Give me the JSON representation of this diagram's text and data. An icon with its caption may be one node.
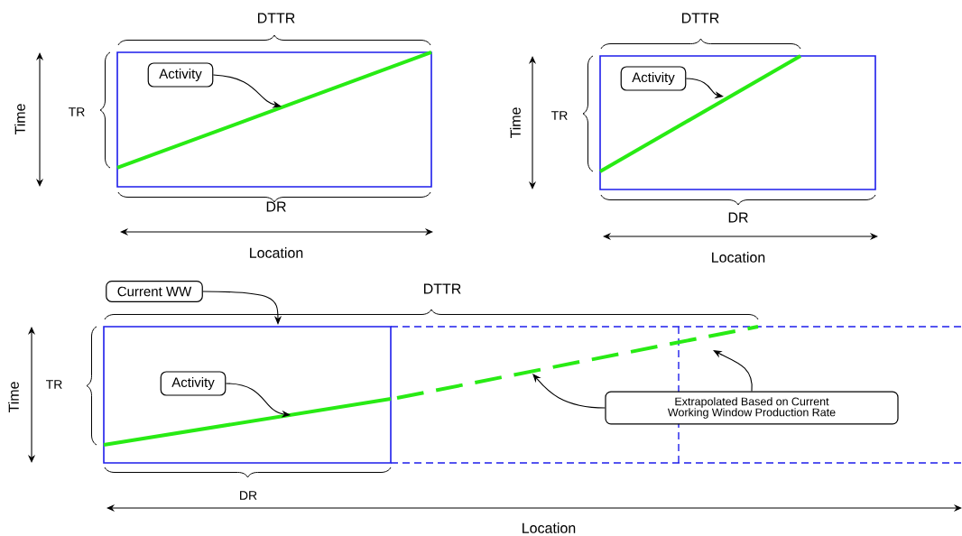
{
  "diagram": {
    "nodes": [
      {
        "text": [
          "Activity"
        ]
      },
      {
        "text": [
          "Activity"
        ]
      },
      {
        "text": [
          "Current WW"
        ]
      },
      {
        "text": [
          "Activity"
        ]
      },
      {
        "text": [
          "Extrapolated Based on Current Working Window Production Rate"
        ]
      }
    ],
    "edges": [
      {
        "from": 0,
        "to": null,
        "arrow": "to"
      },
      {
        "from": 1,
        "to": null,
        "arrow": "to"
      },
      {
        "from": 2,
        "to": null,
        "arrow": "to"
      },
      {
        "from": 3,
        "to": null,
        "arrow": "to"
      },
      {
        "from": 4,
        "to": null,
        "arrow": "to"
      },
      {
        "from": 4,
        "to": null,
        "arrow": "to"
      }
    ],
    "labels": [
      "DTTR",
      "Time",
      "TR",
      "DR",
      "Location",
      "DTTR",
      "Time",
      "TR",
      "DR",
      "Location",
      "DTTR",
      "Time",
      "TR",
      "DR",
      "Location"
    ]
  }
}
